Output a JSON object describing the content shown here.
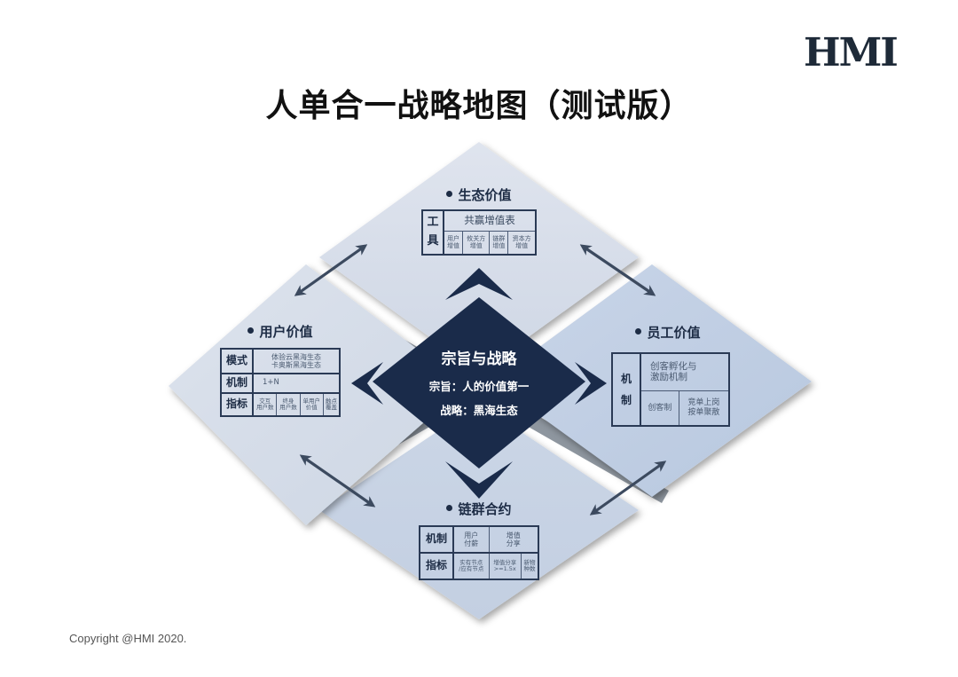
{
  "header": {
    "logo": "HMI",
    "title": "人单合一战略地图（测试版）"
  },
  "colors": {
    "navy": "#1a2b4a",
    "diamond_light": "#d6dde9",
    "diamond_mid": "#c4d1e4",
    "arrow": "#3c4a5f"
  },
  "center": {
    "title": "宗旨与战略",
    "line1": "宗旨：人的价值第一",
    "line2": "战略：黑海生态"
  },
  "top_panel": {
    "title": "生态价值",
    "row_header": "工具",
    "row_header_chars": [
      "工",
      "具"
    ],
    "main_cell": "共赢增值表",
    "sub_cells": [
      "用户增值",
      "攸关方增值",
      "链群增值",
      "资本方增值"
    ],
    "sub_cells_lines": [
      [
        "用户",
        "增值"
      ],
      [
        "攸关方",
        "增值"
      ],
      [
        "链群",
        "增值"
      ],
      [
        "资本方",
        "增值"
      ]
    ]
  },
  "left_panel": {
    "title": "用户价值",
    "rows": [
      {
        "header": "模式",
        "cells": [
          "体验云黑海生态",
          "卡奥斯黑海生态"
        ]
      },
      {
        "header": "机制",
        "cells": [
          "1+N"
        ]
      },
      {
        "header": "指标",
        "cells_lines": [
          [
            "交互",
            "用户数"
          ],
          [
            "终身",
            "用户数"
          ],
          [
            "单用户",
            "价值"
          ],
          [
            "触点",
            "覆盖"
          ]
        ]
      }
    ]
  },
  "right_panel": {
    "title": "员工价值",
    "row_header_chars": [
      "机",
      "制"
    ],
    "main_cell_lines": [
      "创客孵化与",
      "激励机制"
    ],
    "sub_cells": [
      "创客制"
    ],
    "sub_cell2_lines": [
      "竞单上岗",
      "按单聚散"
    ]
  },
  "bottom_panel": {
    "title": "链群合约",
    "rows": [
      {
        "header": "机制",
        "cells_lines": [
          [
            "用户",
            "付薪"
          ],
          [
            "增值",
            "分享"
          ]
        ]
      },
      {
        "header": "指标",
        "cells_lines": [
          [
            "实有节点",
            "/应有节点"
          ],
          [
            "增值分享",
            ">=1.5x"
          ],
          [
            "新物",
            "种数"
          ]
        ]
      }
    ]
  },
  "footer": {
    "copyright": "Copyright @HMI  2020."
  }
}
